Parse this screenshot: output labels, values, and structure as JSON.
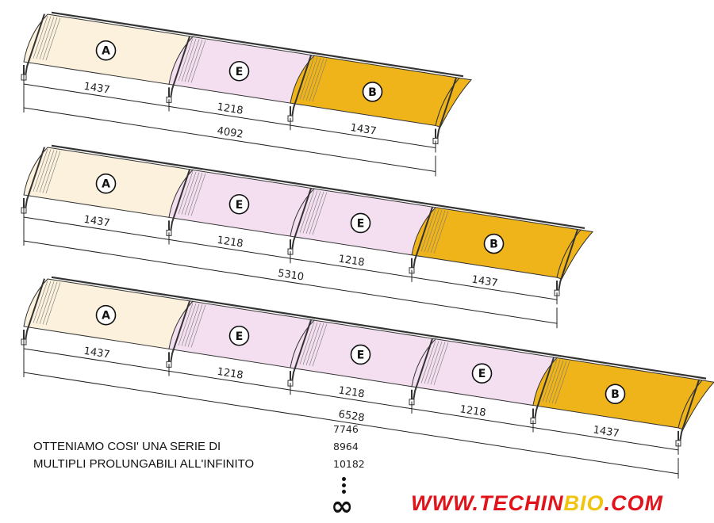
{
  "colors": {
    "panel_A": "#fbf1dc",
    "panel_E": "#f3dff0",
    "panel_B": "#f0b41b",
    "outline": "#333333"
  },
  "panels": {
    "A": "A",
    "E": "E",
    "B": "B"
  },
  "rows": [
    {
      "sequence": [
        "A",
        "E",
        "B"
      ],
      "dims": [
        "1437",
        "1218",
        "1437"
      ],
      "total": "4092"
    },
    {
      "sequence": [
        "A",
        "E",
        "E",
        "B"
      ],
      "dims": [
        "1437",
        "1218",
        "1218",
        "1437"
      ],
      "total": "5310"
    },
    {
      "sequence": [
        "A",
        "E",
        "E",
        "E",
        "B"
      ],
      "dims": [
        "1437",
        "1218",
        "1218",
        "1218",
        "1437"
      ],
      "total": "6528"
    }
  ],
  "caption": {
    "line1": "OTTENIAMO COSI' UNA SERIE DI",
    "line2": "MULTIPLI PROLUNGABILI ALL'INFINITO"
  },
  "series_values": [
    "7746",
    "8964",
    "10182"
  ],
  "infinity": "∞",
  "website": {
    "part1": "WWW.",
    "part2": "TECHIN",
    "part3": "BIO",
    "part4": ".COM"
  }
}
